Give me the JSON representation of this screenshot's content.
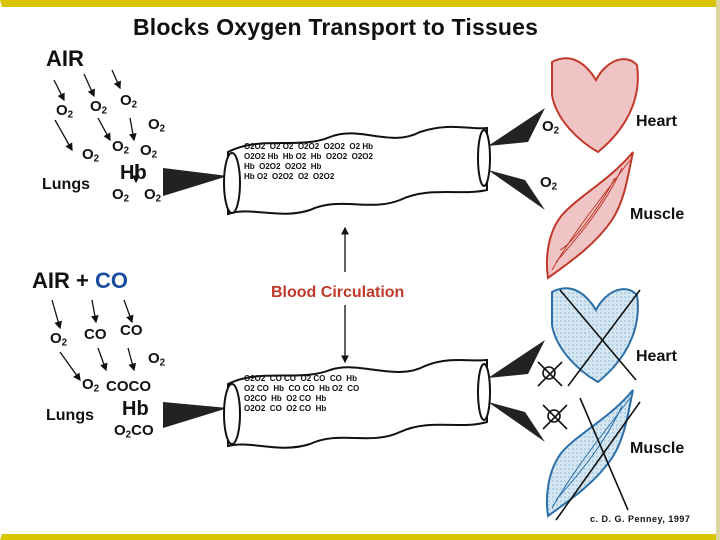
{
  "title": "Blocks Oxygen Transport to Tissues",
  "top": {
    "air_label": "AIR",
    "lungs_label": "Lungs",
    "hb_label": "Hb",
    "o2_text": "O",
    "o2_sub": "2",
    "vessel_text": [
      "O2O2",
      "O2 O2",
      "O2O2",
      "O2O2",
      "O2 Hb",
      "O2O2 Hb",
      "Hb O2",
      "Hb",
      "O2O2",
      "O2O2",
      "Hb",
      "O2O2",
      "O2O2",
      "Hb",
      "Hb O2",
      "O2O2",
      "O2",
      "O2O2"
    ],
    "organs": {
      "heart": "Heart",
      "muscle": "Muscle"
    }
  },
  "middle": {
    "label": "Blood Circulation"
  },
  "bottom": {
    "air_label": "AIR",
    "plus": "+",
    "co_label": "CO",
    "lungs_label": "Lungs",
    "hb_label": "Hb",
    "co_text": "CO",
    "coco_text": "COCO",
    "vessel_text": [
      "O2O2",
      "CO CO",
      "O2 CO",
      "CO",
      "Hb",
      "O2 CO",
      "Hb",
      "CO CO",
      "Hb O2",
      "CO",
      "O2CO",
      "Hb",
      "O2 CO",
      "Hb",
      "O2O2",
      "CO",
      "O2 CO",
      "Hb"
    ],
    "organs": {
      "heart": "Heart",
      "muscle": "Muscle"
    }
  },
  "credit": "c. D. G. Penney, 1997",
  "colors": {
    "border": "#d9c400",
    "heart_top": "#f0c4c4",
    "organ_top_stroke": "#c0392b",
    "organ_bottom": "#d3e6f2",
    "organ_bottom_stroke": "#2c6fa8",
    "blood_label": "#c0392b",
    "co_label": "#1a4fa0"
  }
}
